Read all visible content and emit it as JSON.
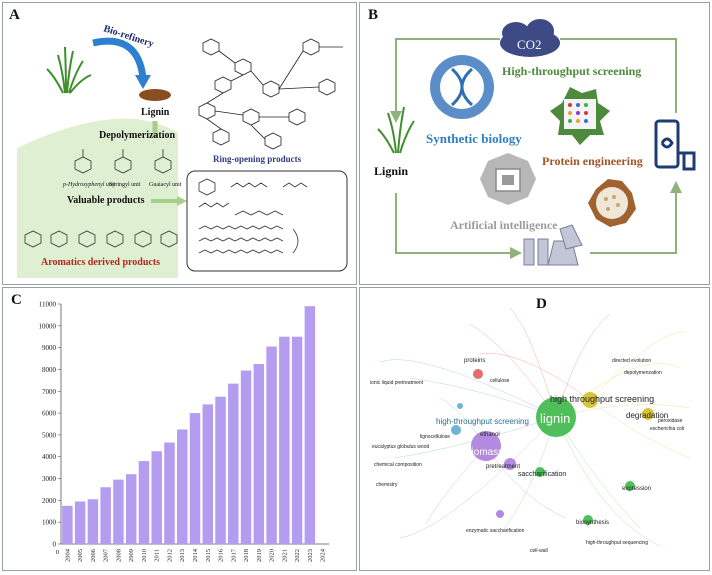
{
  "panel_a": {
    "label": "A",
    "biorefinery": "Bio-refinery",
    "lignin": "Lignin",
    "depolymerization": "Depolymerization",
    "units": [
      "p-Hydroxyphenyl unit",
      "Syringyl unit",
      "Guaiacyl unit"
    ],
    "valuable_products": "Valuable products",
    "aromatics": "Aromatics derived products",
    "ring_opening": "Ring-opening products",
    "colors": {
      "green_bg": "#dff0d2",
      "title_blue": "#2e3b80",
      "aromatic_red": "#b3261e"
    }
  },
  "panel_b": {
    "label": "B",
    "co2": "CO2",
    "hts": "High-throughput screening",
    "synbio": "Synthetic biology",
    "protein": "Protein engineering",
    "ai": "Artificial intelligence",
    "lignin": "Lignin",
    "colors": {
      "hts": "#4d8a3c",
      "synbio": "#2d7fc1",
      "protein": "#a3552a",
      "ai": "#9b9b9b",
      "arrow": "#8fb27a"
    }
  },
  "panel_c": {
    "label": "C"
  },
  "panel_d": {
    "label": "D",
    "keywords": {
      "lignin": "lignin",
      "biomass": "biomass",
      "hts": "high throughput screening",
      "hts2": "high-throughput screening",
      "degradation": "degradation",
      "pretreatment": "pretreatment",
      "saccharification": "saccharification",
      "expression": "expression",
      "biosynthesis": "biosynthesis",
      "ethanol": "ethanol",
      "proteins": "proteins",
      "lignocellulose": "lignocellulose",
      "directed_evolution": "directed evolution",
      "depolymerization": "depolymerization",
      "chemistry": "chemistry",
      "enzymatic": "enzymatic saccharification",
      "cellulose": "cellulose",
      "ionic_liquid": "ionic liquid pretreatment",
      "hts_seq": "high-throughput sequencing",
      "escherichia": "escherichia coli",
      "peroxidase": "peroxidase",
      "chemical": "chemical composition",
      "eucalyptus": "eucalyptus globulus wood",
      "cell_wall": "cell-wall"
    }
  },
  "chart_data": {
    "type": "bar",
    "categories": [
      "2004",
      "2005",
      "2006",
      "2007",
      "2008",
      "2009",
      "2010",
      "2011",
      "2012",
      "2013",
      "2014",
      "2015",
      "2016",
      "2017",
      "2018",
      "2019",
      "2020",
      "2021",
      "2022",
      "2023",
      "2024"
    ],
    "values": [
      1750,
      1950,
      2050,
      2600,
      2950,
      3200,
      3800,
      4250,
      4650,
      5250,
      6000,
      6400,
      6750,
      7350,
      7950,
      8250,
      9050,
      9500,
      9500,
      10900
    ],
    "yticks": [
      "0",
      "1000",
      "2000",
      "3000",
      "4000",
      "5000",
      "6000",
      "7000",
      "8000",
      "9000",
      "10000",
      "11000"
    ],
    "ylim": [
      0,
      11000
    ],
    "color": "#b49cf0",
    "grid": false
  }
}
